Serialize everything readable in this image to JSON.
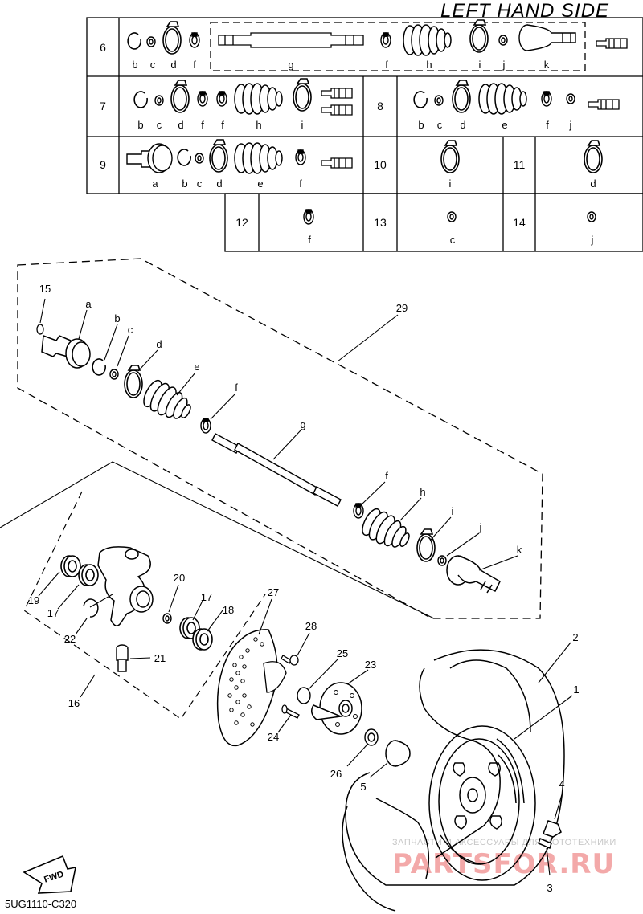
{
  "header": {
    "title": "LEFT HAND SIDE"
  },
  "footer": {
    "code": "5UG1110-C320"
  },
  "watermark": {
    "line1": "ЗАПЧАСТИ И АКСЕССУАРЫ ДЛЯ МОТОТЕХНИКИ",
    "line2": "PARTSFOR.RU"
  },
  "fwd": {
    "label": "FWD"
  },
  "table": {
    "rows": [
      {
        "no": "6",
        "letters": [
          "b",
          "c",
          "d",
          "f",
          "g",
          "f",
          "h",
          "i",
          "j",
          "k"
        ]
      },
      {
        "no": "7",
        "letters": [
          "b",
          "c",
          "d",
          "f",
          "f",
          "h",
          "i"
        ]
      },
      {
        "no": "8",
        "letters": [
          "b",
          "c",
          "d",
          "e",
          "f",
          "j"
        ]
      },
      {
        "no": "9",
        "letters": [
          "a",
          "b",
          "c",
          "d",
          "e",
          "f"
        ]
      },
      {
        "no": "10",
        "letters": [
          "i"
        ]
      },
      {
        "no": "11",
        "letters": [
          "d"
        ]
      },
      {
        "no": "12",
        "letters": [
          "f"
        ]
      },
      {
        "no": "13",
        "letters": [
          "c"
        ]
      },
      {
        "no": "14",
        "letters": [
          "j"
        ]
      }
    ]
  },
  "callouts": {
    "shaft_letters": [
      "a",
      "b",
      "c",
      "d",
      "e",
      "f",
      "g",
      "f",
      "h",
      "i",
      "j",
      "k"
    ],
    "numbers": [
      "15",
      "29",
      "19",
      "17",
      "22",
      "16",
      "21",
      "20",
      "17",
      "18",
      "27",
      "28",
      "25",
      "23",
      "24",
      "26",
      "5",
      "2",
      "1",
      "4",
      "3"
    ]
  }
}
